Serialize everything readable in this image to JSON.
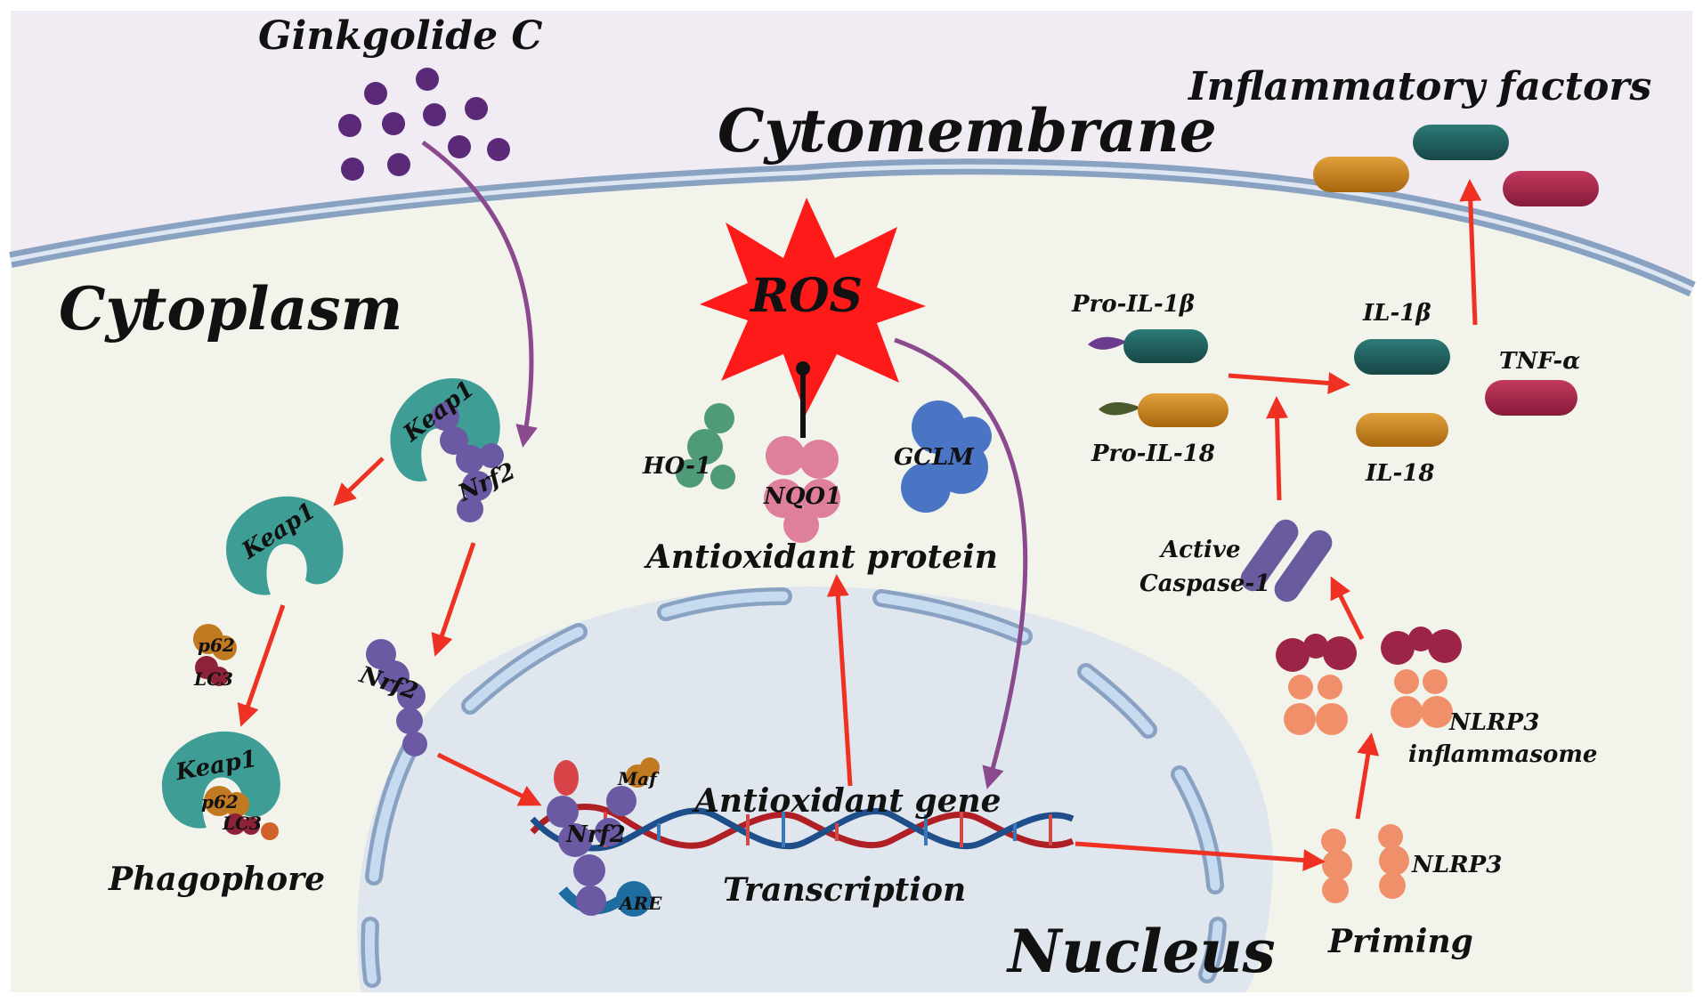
{
  "labels": {
    "ginkgolide": "Ginkgolide C",
    "cytomembrane": "Cytomembrane",
    "cytoplasm": "Cytoplasm",
    "inflammatory_factors": "Inflammatory factors",
    "ros": "ROS",
    "keap1_nrf2_keap1": "Keap1",
    "keap1_nrf2_nrf2": "Nrf2",
    "keap1_free": "Keap1",
    "nrf2_free": "Nrf2",
    "p62": "p62",
    "lc3": "LC3",
    "phagophore_keap1": "Keap1",
    "phagophore_p62": "p62",
    "phagophore_lc3": "LC3",
    "phagophore": "Phagophore",
    "ho1": "HO-1",
    "nqo1": "NQO1",
    "gclm": "GCLM",
    "antioxidant_protein": "Antioxidant protein",
    "antioxidant_gene": "Antioxidant gene",
    "transcription": "Transcription",
    "nucleus_nrf2": "Nrf2",
    "maf": "Maf",
    "are": "ARE",
    "nucleus": "Nucleus",
    "pro_il1b": "Pro-IL-1β",
    "pro_il18": "Pro-IL-18",
    "il1b": "IL-1β",
    "il18": "IL-18",
    "tnfa": "TNF-α",
    "active": "Active",
    "caspase1": "Caspase-1",
    "nlrp3_inflammasome_1": "NLRP3",
    "nlrp3_inflammasome_2": "inflammasome",
    "nlrp3": "NLRP3",
    "priming": "Priming"
  },
  "colors": {
    "extracellular": "#f1ebf4",
    "cytoplasm": "#f2f4ec",
    "membrane": "#8aa2c2",
    "nucleus": "#dfe6ee",
    "nuclear_envelope": "#c6dbf0",
    "arrow_red": "#ee3122",
    "arrow_purple": "#8a4a8d",
    "keap1": "#3e9d95",
    "nrf2": "#6b5aa3",
    "ginkgolide": "#5a2a78",
    "ros": "#ff1a1a",
    "il1b": "#1f5c5a",
    "il18": "#cc8318",
    "tnfa": "#a8234a",
    "nlrp3": "#f0906a",
    "inflammasome_head": "#9c2446",
    "caspase": "#6a5a9e",
    "dna_red": "#b01f24",
    "dna_blue": "#1f4f8a"
  }
}
